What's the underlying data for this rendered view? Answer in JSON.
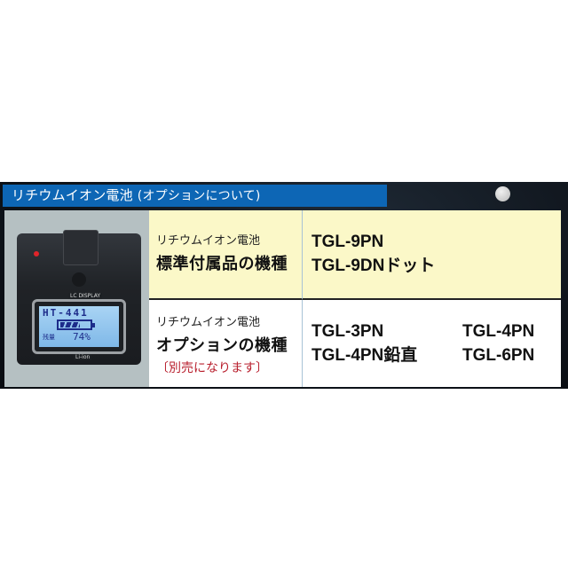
{
  "header": {
    "title": "リチウムイオン電池",
    "subtitle": "(オプションについて)",
    "accent_color": "#0d66b5"
  },
  "image": {
    "lcd_top_label": "LC DISPLAY",
    "lcd_model": "HT-441",
    "lcd_level_label": "残量",
    "lcd_percent": "74%",
    "lcd_bottom_label": "Li-ion"
  },
  "rows": [
    {
      "small_label": "リチウムイオン電池",
      "big_label": "標準付属品の機種",
      "models": [
        "TGL-9PN",
        "TGL-9DNドット"
      ]
    },
    {
      "small_label": "リチウムイオン電池",
      "big_label": "オプションの機種",
      "note": "〔別売になります〕",
      "models": [
        "TGL-3PN",
        "TGL-4PN",
        "TGL-4PN鉛直",
        "TGL-6PN"
      ]
    }
  ]
}
